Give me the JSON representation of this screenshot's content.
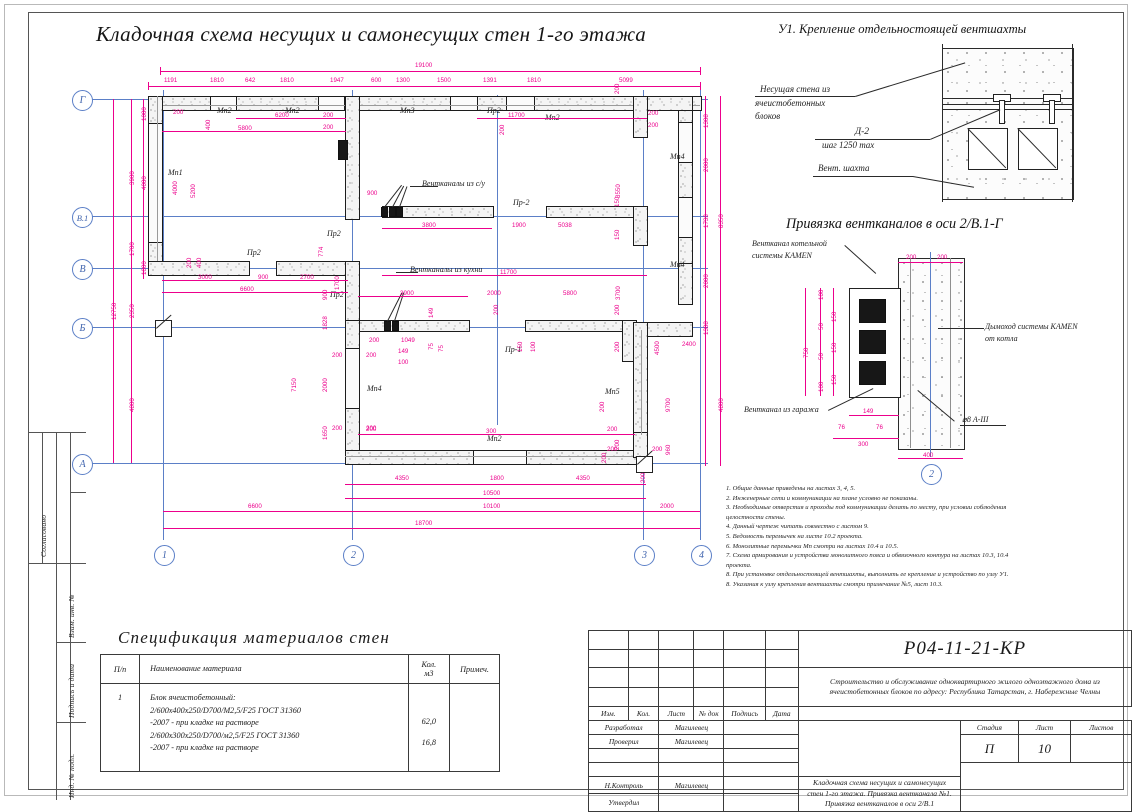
{
  "sheet": {
    "main_title": "Кладочная схема несущих и самонесущих стен 1-го этажа",
    "detail1_title": "У1. Крепление отдельностоящей вентшахты",
    "detail2_title": "Привязка вентканалов в оси 2/В.1-Г",
    "spec_title": "Спецификация материалов стен"
  },
  "stamp_column": {
    "labels": [
      "Согласовано",
      "Взам. инв. №",
      "Подпись и дата",
      "Инд. № подл."
    ]
  },
  "plan": {
    "axes_letters": [
      "Г",
      "В.1",
      "В",
      "Б",
      "А"
    ],
    "axes_numbers": [
      "1",
      "2",
      "3",
      "4"
    ],
    "top_chain": [
      "1191",
      "1810",
      "642",
      "1810",
      "1947",
      "600",
      "1300",
      "1500",
      "1391",
      "1810",
      "5099"
    ],
    "top_overall": "19100",
    "left_chain_outer": "12750",
    "left_chain": [
      "3900",
      "1700",
      "2350",
      "4800"
    ],
    "left_inner": [
      "1000",
      "4000",
      "1000",
      "4800"
    ],
    "right_chain": [
      "1308",
      "2000",
      "1733",
      "2000",
      "1308",
      "4800"
    ],
    "right_overall": "8350",
    "bottom_chain_inner": [
      "4350",
      "1800",
      "4350"
    ],
    "bottom_dims": [
      "10500",
      "10100",
      "6600",
      "2000",
      "18700"
    ],
    "wall_marks": [
      "Мп1",
      "Мп2",
      "Мп2",
      "Мп3",
      "Мп2",
      "Мп4",
      "Мп4",
      "Мп4",
      "Мп4",
      "Мп5",
      "Мп2"
    ],
    "lintel_marks": [
      "Пр2",
      "Пр2",
      "Пр2",
      "Пр2",
      "Пр-2",
      "Пр-1"
    ],
    "callouts": [
      "Вентканалы из с/у",
      "Вентканалы из кухни"
    ],
    "interior_dims": [
      "200",
      "200",
      "400",
      "6200",
      "200",
      "200",
      "5800",
      "4000",
      "5200",
      "200",
      "400",
      "3550",
      "900",
      "3800",
      "1900",
      "5038",
      "150",
      "150",
      "11700",
      "3700",
      "200",
      "3900",
      "2000",
      "5800",
      "200",
      "200",
      "3000",
      "900",
      "2700",
      "6600",
      "774",
      "1700",
      "1828",
      "7150",
      "2000",
      "1650",
      "200",
      "200",
      "1049",
      "149",
      "100",
      "149",
      "75",
      "75",
      "150",
      "100",
      "300",
      "200",
      "9700",
      "4500",
      "2400",
      "960",
      "2000",
      "1450",
      "200",
      "200",
      "11700",
      "200",
      "2000",
      "200",
      "3700",
      "2000",
      "200",
      "1308",
      "2000"
    ]
  },
  "detail1": {
    "title": "У1. Крепление отдельностоящей вентшахты",
    "labels": [
      "Несущая стена из",
      "ячеистобетонных",
      "блоков",
      "Д-2",
      "шаг 1250 max",
      "Вент. шахта"
    ]
  },
  "detail2": {
    "title": "Привязка вентканалов в оси 2/В.1-Г",
    "labels": [
      "Вентканал котельной",
      "системы KAMEN",
      "Дымоход системы KAMEN",
      "от котла",
      "Вентканал из гаража",
      "⌀8 А-III"
    ],
    "dims_left": [
      "100",
      "50",
      "150",
      "50",
      "150",
      "100",
      "150",
      "750"
    ],
    "dims_bottom": [
      "149",
      "76",
      "76",
      "300",
      "400"
    ],
    "dims_top": [
      "200",
      "200"
    ],
    "marker": "2"
  },
  "notes": [
    "1. Общие данные приведены на листах 3, 4, 5.",
    "2. Инженерные сети и коммуникации на плане условно не показаны.",
    "3. Необходимые отверстия и проходы под коммуникации делать по месту, при условии соблюдения",
    "целостности стены.",
    "4. Данный чертеж читать совместно с листом 9.",
    "5. Ведомость перемычек на листе 10.2  проекта.",
    "6. Монолитные перемычки Мп смотри на листах  10.4 и 10.5.",
    "7. Схема армирования и устройства монолитного пояса и обвязочного контура на листах 10.3, 10.4",
    "проекта.",
    "8. При установке отдельностоящей вентшахты, выполнить ее крепление и устройство по узлу У1.",
    "8. Указания к узлу крепления вентшахты смотри примечание №5, лист 10.3."
  ],
  "spec": {
    "title": "Спецификация материалов стен",
    "headers": [
      "П/п",
      "Наименование материала",
      "Кол. м3",
      "Примеч."
    ],
    "header_qty_line1": "Кол.",
    "header_qty_line2": "м3",
    "rows": [
      {
        "no": "1",
        "name_lines": [
          "Блок ячеистобетонный:",
          "2/600х400х250/D700/M2,5/F25  ГОСТ  31360",
          "-2007 - при кладке на растворе",
          "2/600х300х250/D700/м2,5/F25  ГОСТ  31360",
          "-2007 - при кладке на растворе"
        ],
        "qty1": "62,0",
        "qty2": "16,8",
        "note": ""
      }
    ]
  },
  "title_block": {
    "rev_headers": [
      "Изм.",
      "Кол.",
      "Лист",
      "№ док",
      "Подпись",
      "Дата"
    ],
    "roles": [
      {
        "role": "Разработал",
        "name": "Магилевец"
      },
      {
        "role": "Проверил",
        "name": "Магилевец"
      },
      {
        "role": "",
        "name": ""
      },
      {
        "role": "",
        "name": ""
      },
      {
        "role": "Н.Контроль",
        "name": "Магилевец"
      },
      {
        "role": "Утвердил",
        "name": ""
      }
    ],
    "code": "Р04-11-21-КР",
    "object": "Строительство и обслуживание одноквартирного жилого одноэтажного дома из ячеистобетонных блоков по адресу: Республика Татарстан, г. Набережные Челны",
    "drawing_name_lines": [
      "Кладочная схема несущих и самонесущих",
      "стен 1-го этажа. Привязка вентканала №1.",
      "Привязка вентканалов в оси 2/В.1"
    ],
    "stage_headers": [
      "Стадия",
      "Лист",
      "Листов"
    ],
    "stage_values": [
      "П",
      "10",
      ""
    ]
  },
  "colors": {
    "dimension_pink": "#ec008c",
    "axis_blue": "#5b7fc7",
    "ink": "#1a1a1a",
    "wall_fill": "#f4f4f4"
  }
}
